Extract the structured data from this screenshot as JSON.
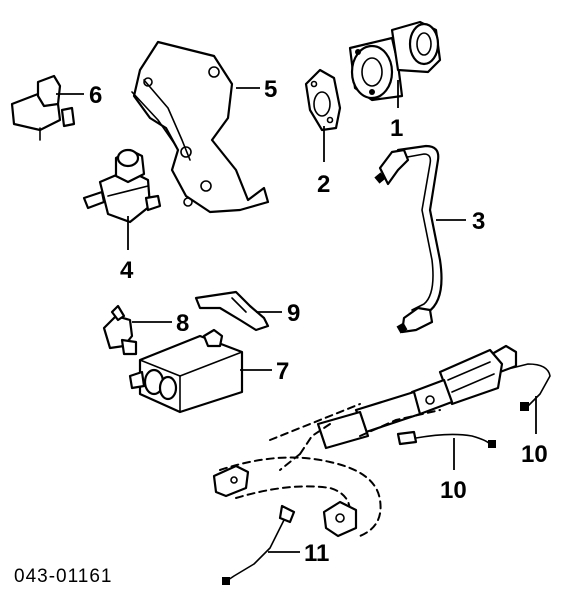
{
  "diagram_code": "043-01161",
  "callouts": {
    "c1": "1",
    "c2": "2",
    "c3": "3",
    "c4": "4",
    "c5": "5",
    "c6": "6",
    "c7": "7",
    "c8": "8",
    "c9": "9",
    "c10a": "10",
    "c10b": "10",
    "c11": "11"
  }
}
